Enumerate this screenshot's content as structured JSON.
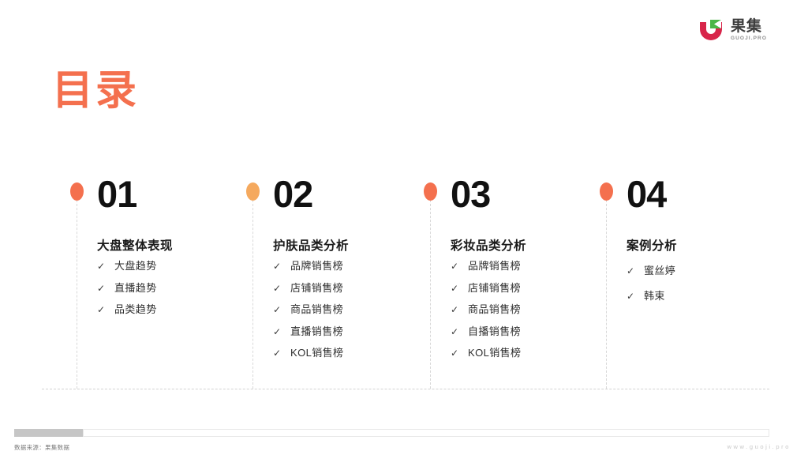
{
  "brand": {
    "logo_cn": "果集",
    "logo_en": "GUOJI.PRO",
    "logo_red": "#D8254A",
    "logo_green": "#4BB648"
  },
  "page": {
    "title": "目录",
    "title_color": "#F4704E"
  },
  "sections": [
    {
      "number": "01",
      "heading": "大盘整体表现",
      "pin_color": "#F4704E",
      "items": [
        {
          "tick": "check-icon",
          "label": "大盘趋势"
        },
        {
          "tick": "check-icon",
          "label": "直播趋势"
        },
        {
          "tick": "check-icon",
          "label": "品类趋势"
        }
      ]
    },
    {
      "number": "02",
      "heading": "护肤品类分析",
      "pin_color": "#F5A95E",
      "items": [
        {
          "tick": "check-icon",
          "label": "品牌销售榜"
        },
        {
          "tick": "check-icon",
          "label": "店铺销售榜"
        },
        {
          "tick": "check-icon",
          "label": "商品销售榜"
        },
        {
          "tick": "check-icon",
          "label": "直播销售榜"
        },
        {
          "tick": "check-icon",
          "label": "KOL销售榜"
        }
      ]
    },
    {
      "number": "03",
      "heading": "彩妆品类分析",
      "pin_color": "#F4704E",
      "items": [
        {
          "tick": "check-icon",
          "label": "品牌销售榜"
        },
        {
          "tick": "check-icon",
          "label": "店铺销售榜"
        },
        {
          "tick": "check-icon",
          "label": "商品销售榜"
        },
        {
          "tick": "check-icon",
          "label": "自播销售榜"
        },
        {
          "tick": "check-icon",
          "label": "KOL销售榜"
        }
      ]
    },
    {
      "number": "04",
      "heading": "案例分析",
      "pin_color": "#F4704E",
      "items": [
        {
          "tick": "check-icon",
          "label": "蜜丝婷"
        },
        {
          "tick": "check-icon",
          "label": "韩束"
        }
      ]
    }
  ],
  "footer": {
    "source": "数据来源：果集数据",
    "url": "www.guoji.pro"
  }
}
